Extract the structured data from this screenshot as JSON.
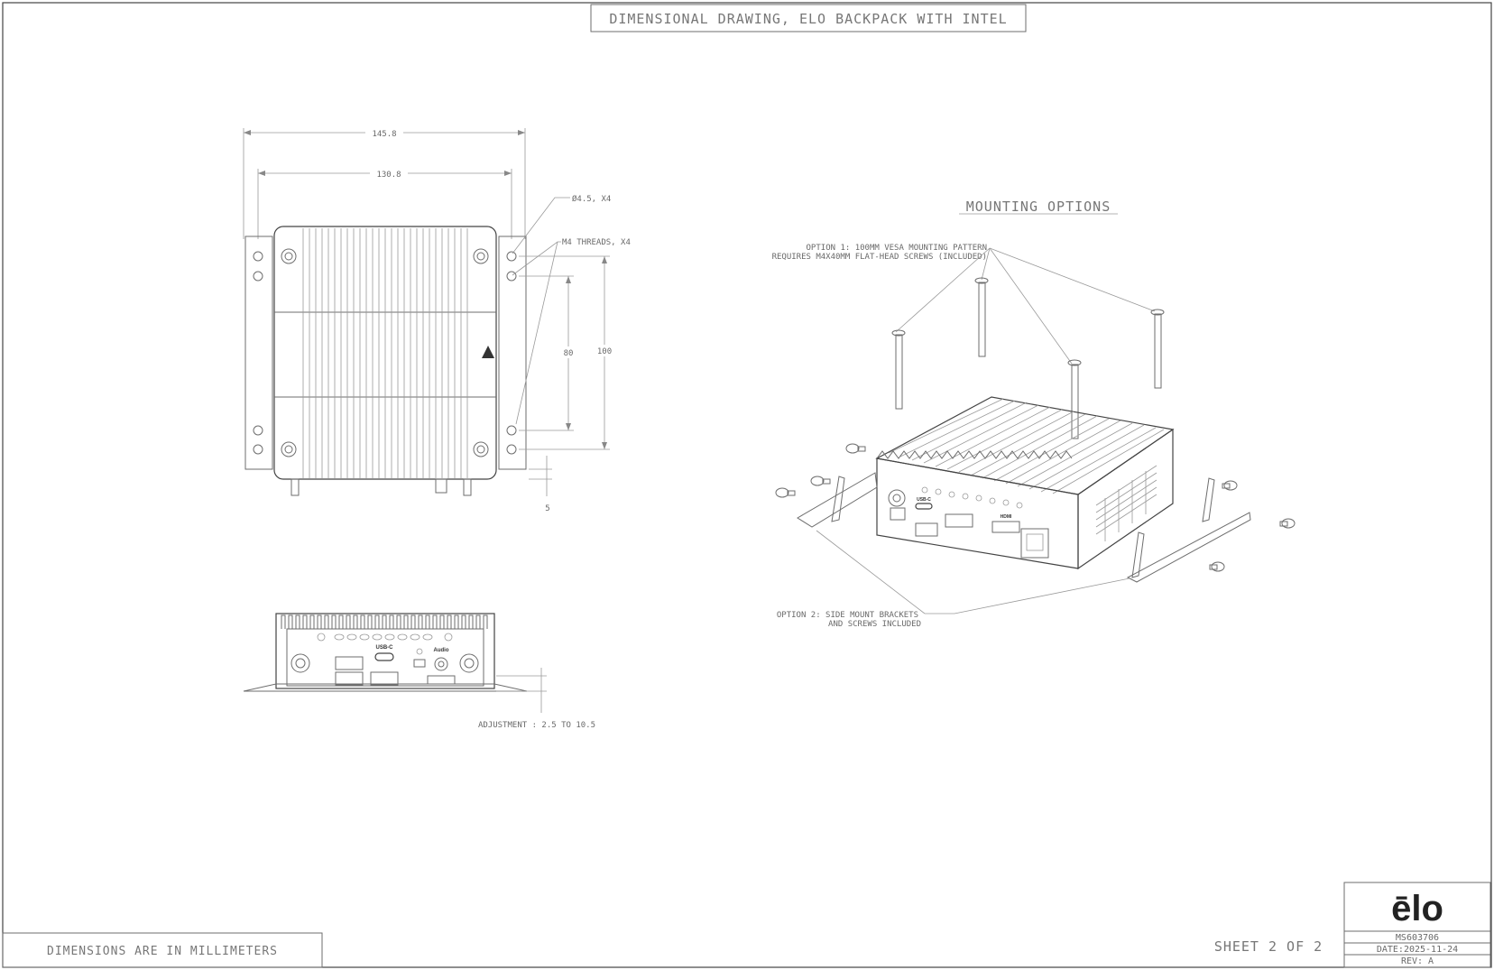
{
  "drawing_title": "DIMENSIONAL DRAWING, ELO BACKPACK WITH INTEL",
  "units_note": "DIMENSIONS ARE IN MILLIMETERS",
  "sheet": "SHEET 2 OF 2",
  "title_block": {
    "logo": "ēlo",
    "part_number": "MS603706",
    "date": "DATE:2025-11-24",
    "revision": "REV: A"
  },
  "front_view": {
    "dim_overall_width": "145.8",
    "dim_inner_width": "130.8",
    "hole_callout": "Ø4.5, X4",
    "thread_callout": "M4 THREADS, X4",
    "dim_vesa_small": "80",
    "dim_vesa_large": "100",
    "dim_offset": "5"
  },
  "side_view": {
    "adjustment_note": "ADJUSTMENT : 2.5 TO 10.5",
    "port_usb_c": "USB-C",
    "port_audio": "Audio"
  },
  "mounting": {
    "heading": "MOUNTING OPTIONS",
    "option1_line1": "OPTION 1: 100MM VESA MOUNTING PATTERN",
    "option1_line2": "REQUIRES M4X40MM FLAT-HEAD SCREWS (INCLUDED)",
    "option2_line1": "OPTION 2: SIDE MOUNT BRACKETS",
    "option2_line2": "AND SCREWS INCLUDED",
    "iso_port_usb_c": "USB-C",
    "iso_port_hdmi": "HDMI"
  }
}
